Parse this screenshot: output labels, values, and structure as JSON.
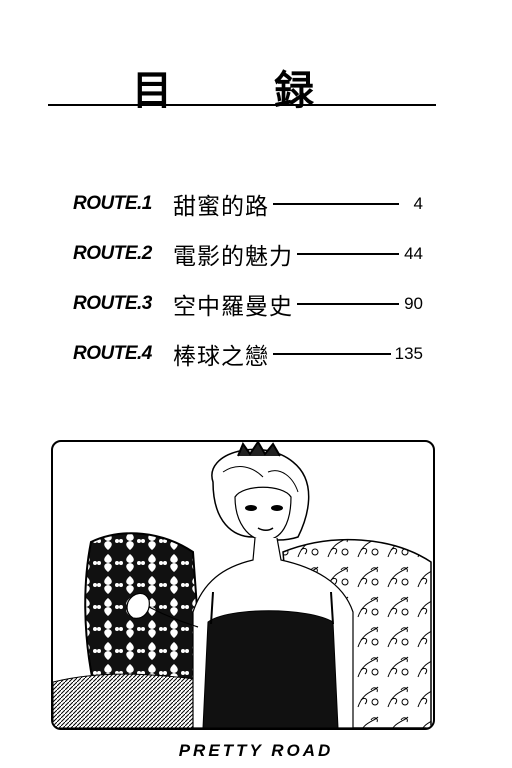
{
  "header": {
    "title": "目 録"
  },
  "toc": [
    {
      "route": "ROUTE.1",
      "chapter": "甜蜜的路",
      "page": "4"
    },
    {
      "route": "ROUTE.2",
      "chapter": "電影的魅力",
      "page": "44"
    },
    {
      "route": "ROUTE.3",
      "chapter": "空中羅曼史",
      "page": "90"
    },
    {
      "route": "ROUTE.4",
      "chapter": "棒球之戀",
      "page": "135"
    }
  ],
  "illustration": {
    "subject": "woman-in-tiara-with-patterned-pillows"
  },
  "footer": {
    "text": "PRETTY ROAD"
  }
}
